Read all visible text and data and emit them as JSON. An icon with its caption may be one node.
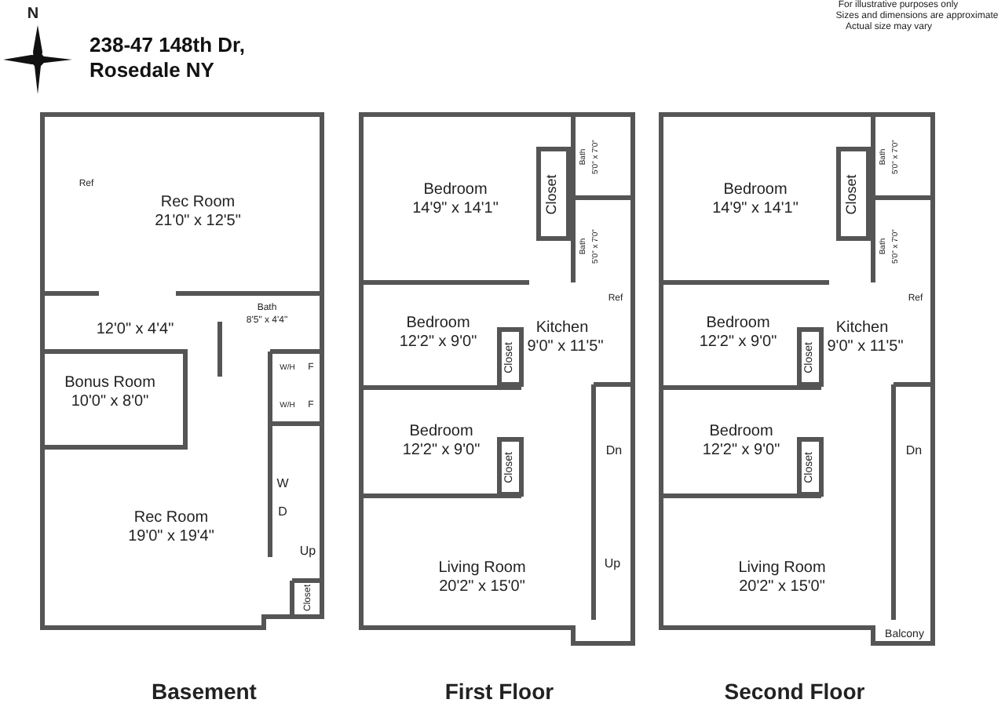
{
  "diagram": {
    "title": "238-47 148th Dr, Rosedale NY",
    "labels": [
      "N",
      "For illustrative purposes only",
      "Sizes and dimensions are approximate",
      "Actual size may vary",
      "Ref",
      "Rec Room",
      "21'0\" x 12'5\"",
      "Bath",
      "8'5\" x 4'4\"",
      "12'0\" x 4'4\"",
      "W/H",
      "F",
      "Bonus Room",
      "10'0\" x 8'0\"",
      "W/H",
      "F",
      "W",
      "D",
      "Rec Room",
      "19'0\" x 19'4\"",
      "Up",
      "Closet",
      "Basement",
      "Bedroom",
      "14'9\" x 14'1\"",
      "Closet",
      "Bath",
      "5'0\" x 7'0\"",
      "Bath",
      "5'0\" x 7'0\"",
      "Ref",
      "Bedroom",
      "12'2\" x 9'0\"",
      "Closet",
      "Kitchen",
      "9'0\" x 11'5\"",
      "Bedroom",
      "12'2\" x 9'0\"",
      "Closet",
      "Dn",
      "Living Room",
      "20'2\" x 15'0\"",
      "Up",
      "First Floor",
      "Bedroom",
      "14'9\" x 14'1\"",
      "Closet",
      "Bath",
      "5'0\" x 7'0\"",
      "Bath",
      "5'0\" x 7'0\"",
      "Ref",
      "Bedroom",
      "12'2\" x 9'0\"",
      "Closet",
      "Kitchen",
      "9'0\" x 11'5\"",
      "Bedroom",
      "12'2\" x 9'0\"",
      "Closet",
      "Dn",
      "Living Room",
      "20'2\" x 15'0\"",
      "Balcony",
      "Second Floor"
    ]
  }
}
